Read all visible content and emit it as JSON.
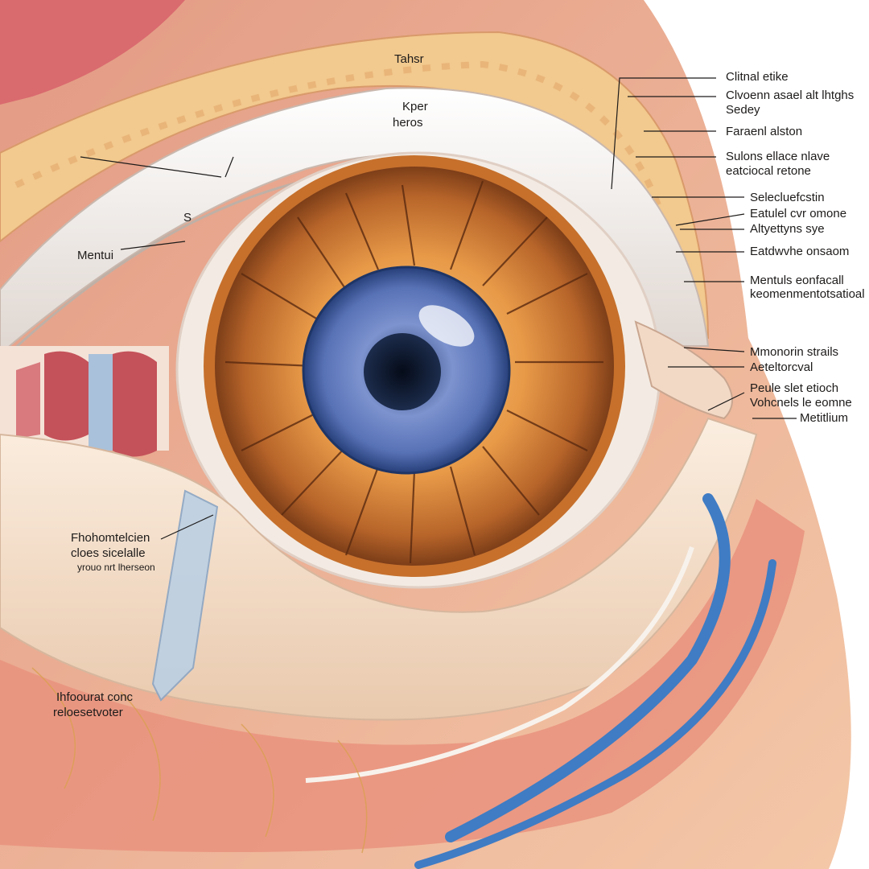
{
  "labels": {
    "top_center": "Tahsr",
    "upper_center_1": "Kper",
    "upper_center_2": "heros",
    "left_small": "S",
    "left_mid": "Mentui",
    "right_1": "Clitnal etike",
    "right_2a": "Clvoenn asael alt lhtghs",
    "right_2b": "Sedey",
    "right_3": "Faraenl alston",
    "right_4a": "Sulons ellace nlave",
    "right_4b": "eatciocal retone",
    "right_5": "Selecluefcstin",
    "right_6": "Eatulel cvr omone",
    "right_7": "Altyettyns sye",
    "right_8": "Eatdwvhe onsaom",
    "right_9a": "Mentuls eonfacall",
    "right_9b": "keomenmentotsatioal",
    "right_10": "Mmonorin strails",
    "right_11": "Aeteltorcval",
    "right_12a": "Peule slet etioch",
    "right_12b": "Vohcnels le eomne",
    "right_13": "Metitlium",
    "left_low_1": "Fhohomtelcien",
    "left_low_2": "cloes sicelalle",
    "left_low_3": "yrouo nrt lherseon",
    "left_bottom_1": "Ihfoourat conc",
    "left_bottom_2": "reloesetvoter"
  },
  "colors": {
    "background": "#ffffff",
    "skin_outer": "#e8a488",
    "fat_layer": "#f0c98a",
    "sclera": "#f3ece6",
    "iris_outer": "#c9772e",
    "iris_inner": "#f0b46a",
    "cornea_blue": "#5a73b0",
    "pupil": "#0f1d33",
    "muscle_red": "#c4525a",
    "vessel_blue": "#3f7cc4",
    "label_line": "#1d1b1a"
  }
}
